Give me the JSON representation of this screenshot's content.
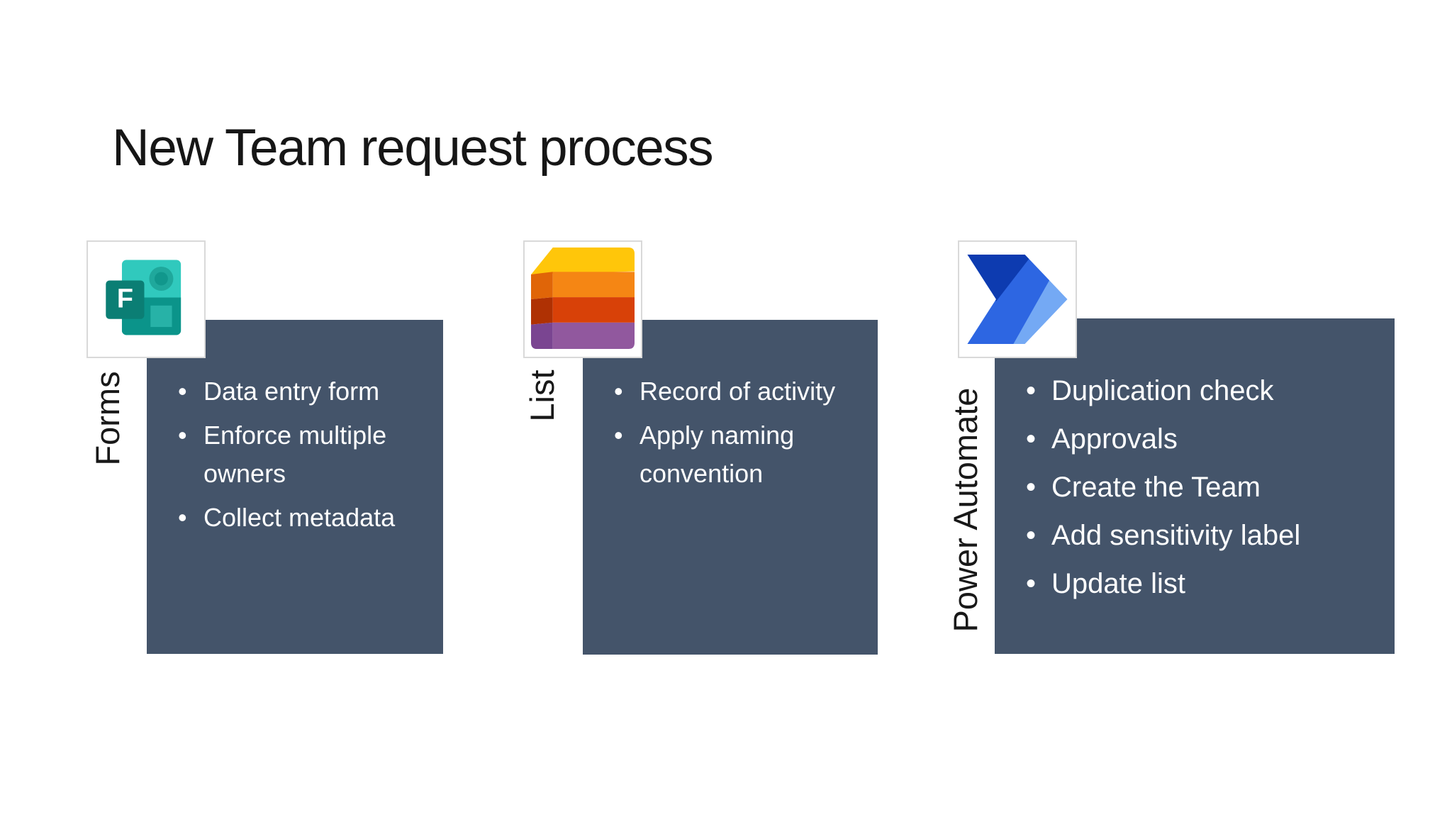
{
  "slide": {
    "title": "New Team request process",
    "panels": [
      {
        "label": "Forms",
        "icon": "forms-icon",
        "bullets": [
          "Data entry form",
          "Enforce multiple owners",
          "Collect metadata"
        ]
      },
      {
        "label": "List",
        "icon": "lists-icon",
        "bullets": [
          "Record of activity",
          "Apply naming convention"
        ]
      },
      {
        "label": "Power Automate",
        "icon": "power-automate-icon",
        "bullets": [
          "Duplication check",
          "Approvals",
          "Create the Team",
          "Add sensitivity label",
          "Update list"
        ]
      }
    ],
    "colors": {
      "content_box": "#44546A",
      "box_text": "#FFFFFF",
      "icon_frame_border": "#D9D9D9",
      "forms_teal": "#0B7E74",
      "forms_light_teal": "#30C9BD",
      "lists_yellow": "#FFC60A",
      "lists_orange": "#F58614",
      "lists_red": "#D84108",
      "lists_purple": "#91589E",
      "power_automate_dark_blue": "#0D3BB0",
      "power_automate_blue": "#2D66E2",
      "power_automate_light_blue": "#74A9F4"
    }
  }
}
